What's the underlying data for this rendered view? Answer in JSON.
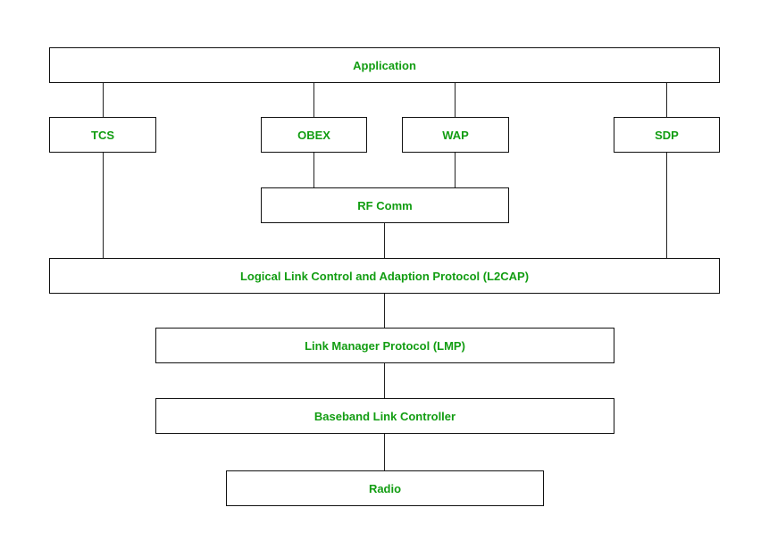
{
  "diagram": {
    "layers": {
      "application": "Application",
      "tcs": "TCS",
      "obex": "OBEX",
      "wap": "WAP",
      "sdp": "SDP",
      "rf_comm": "RF Comm",
      "l2cap": "Logical Link Control and Adaption Protocol (L2CAP)",
      "lmp": "Link Manager Protocol (LMP)",
      "baseband": "Baseband Link Controller",
      "radio": "Radio"
    },
    "colors": {
      "label_text": "#129d12",
      "box_border": "#111111",
      "connector": "#222222",
      "background": "#ffffff"
    }
  }
}
